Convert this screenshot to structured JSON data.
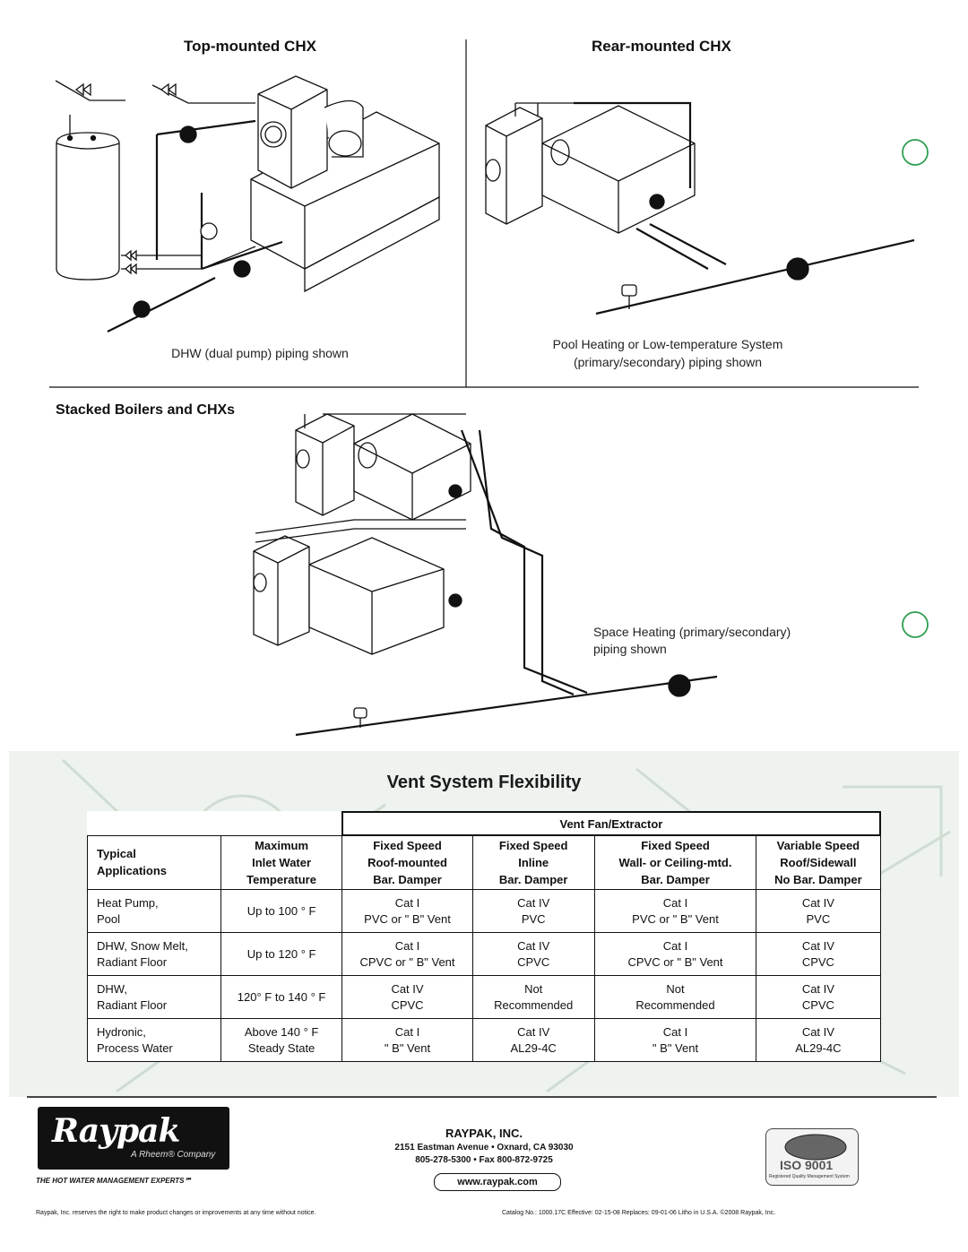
{
  "sections": {
    "top_mounted": {
      "title": "Top-mounted CHX",
      "caption": "DHW (dual pump) piping shown"
    },
    "rear_mounted": {
      "title": "Rear-mounted CHX",
      "caption_line1": "Pool Heating or Low-temperature System",
      "caption_line2": "(primary/secondary) piping shown"
    },
    "stacked": {
      "title": "Stacked Boilers and CHXs",
      "caption_line1": "Space Heating (primary/secondary)",
      "caption_line2": "piping shown"
    }
  },
  "vent": {
    "title": "Vent System Flexibility",
    "group_header": "Vent Fan/Extractor",
    "col_headers": [
      [
        "Typical",
        "Applications"
      ],
      [
        "Maximum",
        "Inlet Water",
        "Temperature"
      ],
      [
        "Fixed Speed",
        "Roof-mounted",
        "Bar. Damper"
      ],
      [
        "Fixed Speed",
        "Inline",
        "Bar. Damper"
      ],
      [
        "Fixed Speed",
        "Wall- or Ceiling-mtd.",
        "Bar. Damper"
      ],
      [
        "Variable Speed",
        "Roof/Sidewall",
        "No Bar. Damper"
      ]
    ],
    "rows": [
      {
        "app": [
          "Heat Pump,",
          "Pool"
        ],
        "temp": [
          "Up to 100 ° F"
        ],
        "c1": [
          "Cat I",
          "PVC or \" B\"  Vent"
        ],
        "c2": [
          "Cat IV",
          "PVC"
        ],
        "c3": [
          "Cat I",
          "PVC or \" B\"  Vent"
        ],
        "c4": [
          "Cat IV",
          "PVC"
        ]
      },
      {
        "app": [
          "DHW, Snow Melt,",
          "Radiant Floor"
        ],
        "temp": [
          "Up to 120 ° F"
        ],
        "c1": [
          "Cat I",
          "CPVC or \" B\"  Vent"
        ],
        "c2": [
          "Cat IV",
          "CPVC"
        ],
        "c3": [
          "Cat I",
          "CPVC or \" B\"  Vent"
        ],
        "c4": [
          "Cat IV",
          "CPVC"
        ]
      },
      {
        "app": [
          "DHW,",
          "Radiant Floor"
        ],
        "temp": [
          "120° F to 140 ° F"
        ],
        "c1": [
          "Cat IV",
          "CPVC"
        ],
        "c2": [
          "Not",
          "Recommended"
        ],
        "c3": [
          "Not",
          "Recommended"
        ],
        "c4": [
          "Cat IV",
          "CPVC"
        ]
      },
      {
        "app": [
          "Hydronic,",
          "Process Water"
        ],
        "temp": [
          "Above 140 ° F",
          "Steady State"
        ],
        "c1": [
          "Cat I",
          "\" B\"  Vent"
        ],
        "c2": [
          "Cat IV",
          "AL29-4C"
        ],
        "c3": [
          "Cat I",
          "\" B\"  Vent"
        ],
        "c4": [
          "Cat IV",
          "AL29-4C"
        ]
      }
    ]
  },
  "footer": {
    "logo": "Raypak",
    "logo_sub": "A Rheem® Company",
    "tagline": "THE HOT WATER MANAGEMENT EXPERTS℠",
    "company": "RAYPAK, INC.",
    "address": "2151 Eastman Avenue • Oxnard, CA 93030",
    "phone": "805-278-5300 • Fax 800-872-9725",
    "website": "www.raypak.com",
    "iso": "ISO 9001",
    "iso_sub": "Registered Quality Management System",
    "disclaimer": "Raypak, Inc. reserves the right to make product changes or improvements at any time without notice.",
    "catalog": "Catalog No.: 1000.17C    Effective: 02-15-08  Replaces: 09-01-06    Litho in U.S.A.    ©2008 Raypak, Inc."
  }
}
